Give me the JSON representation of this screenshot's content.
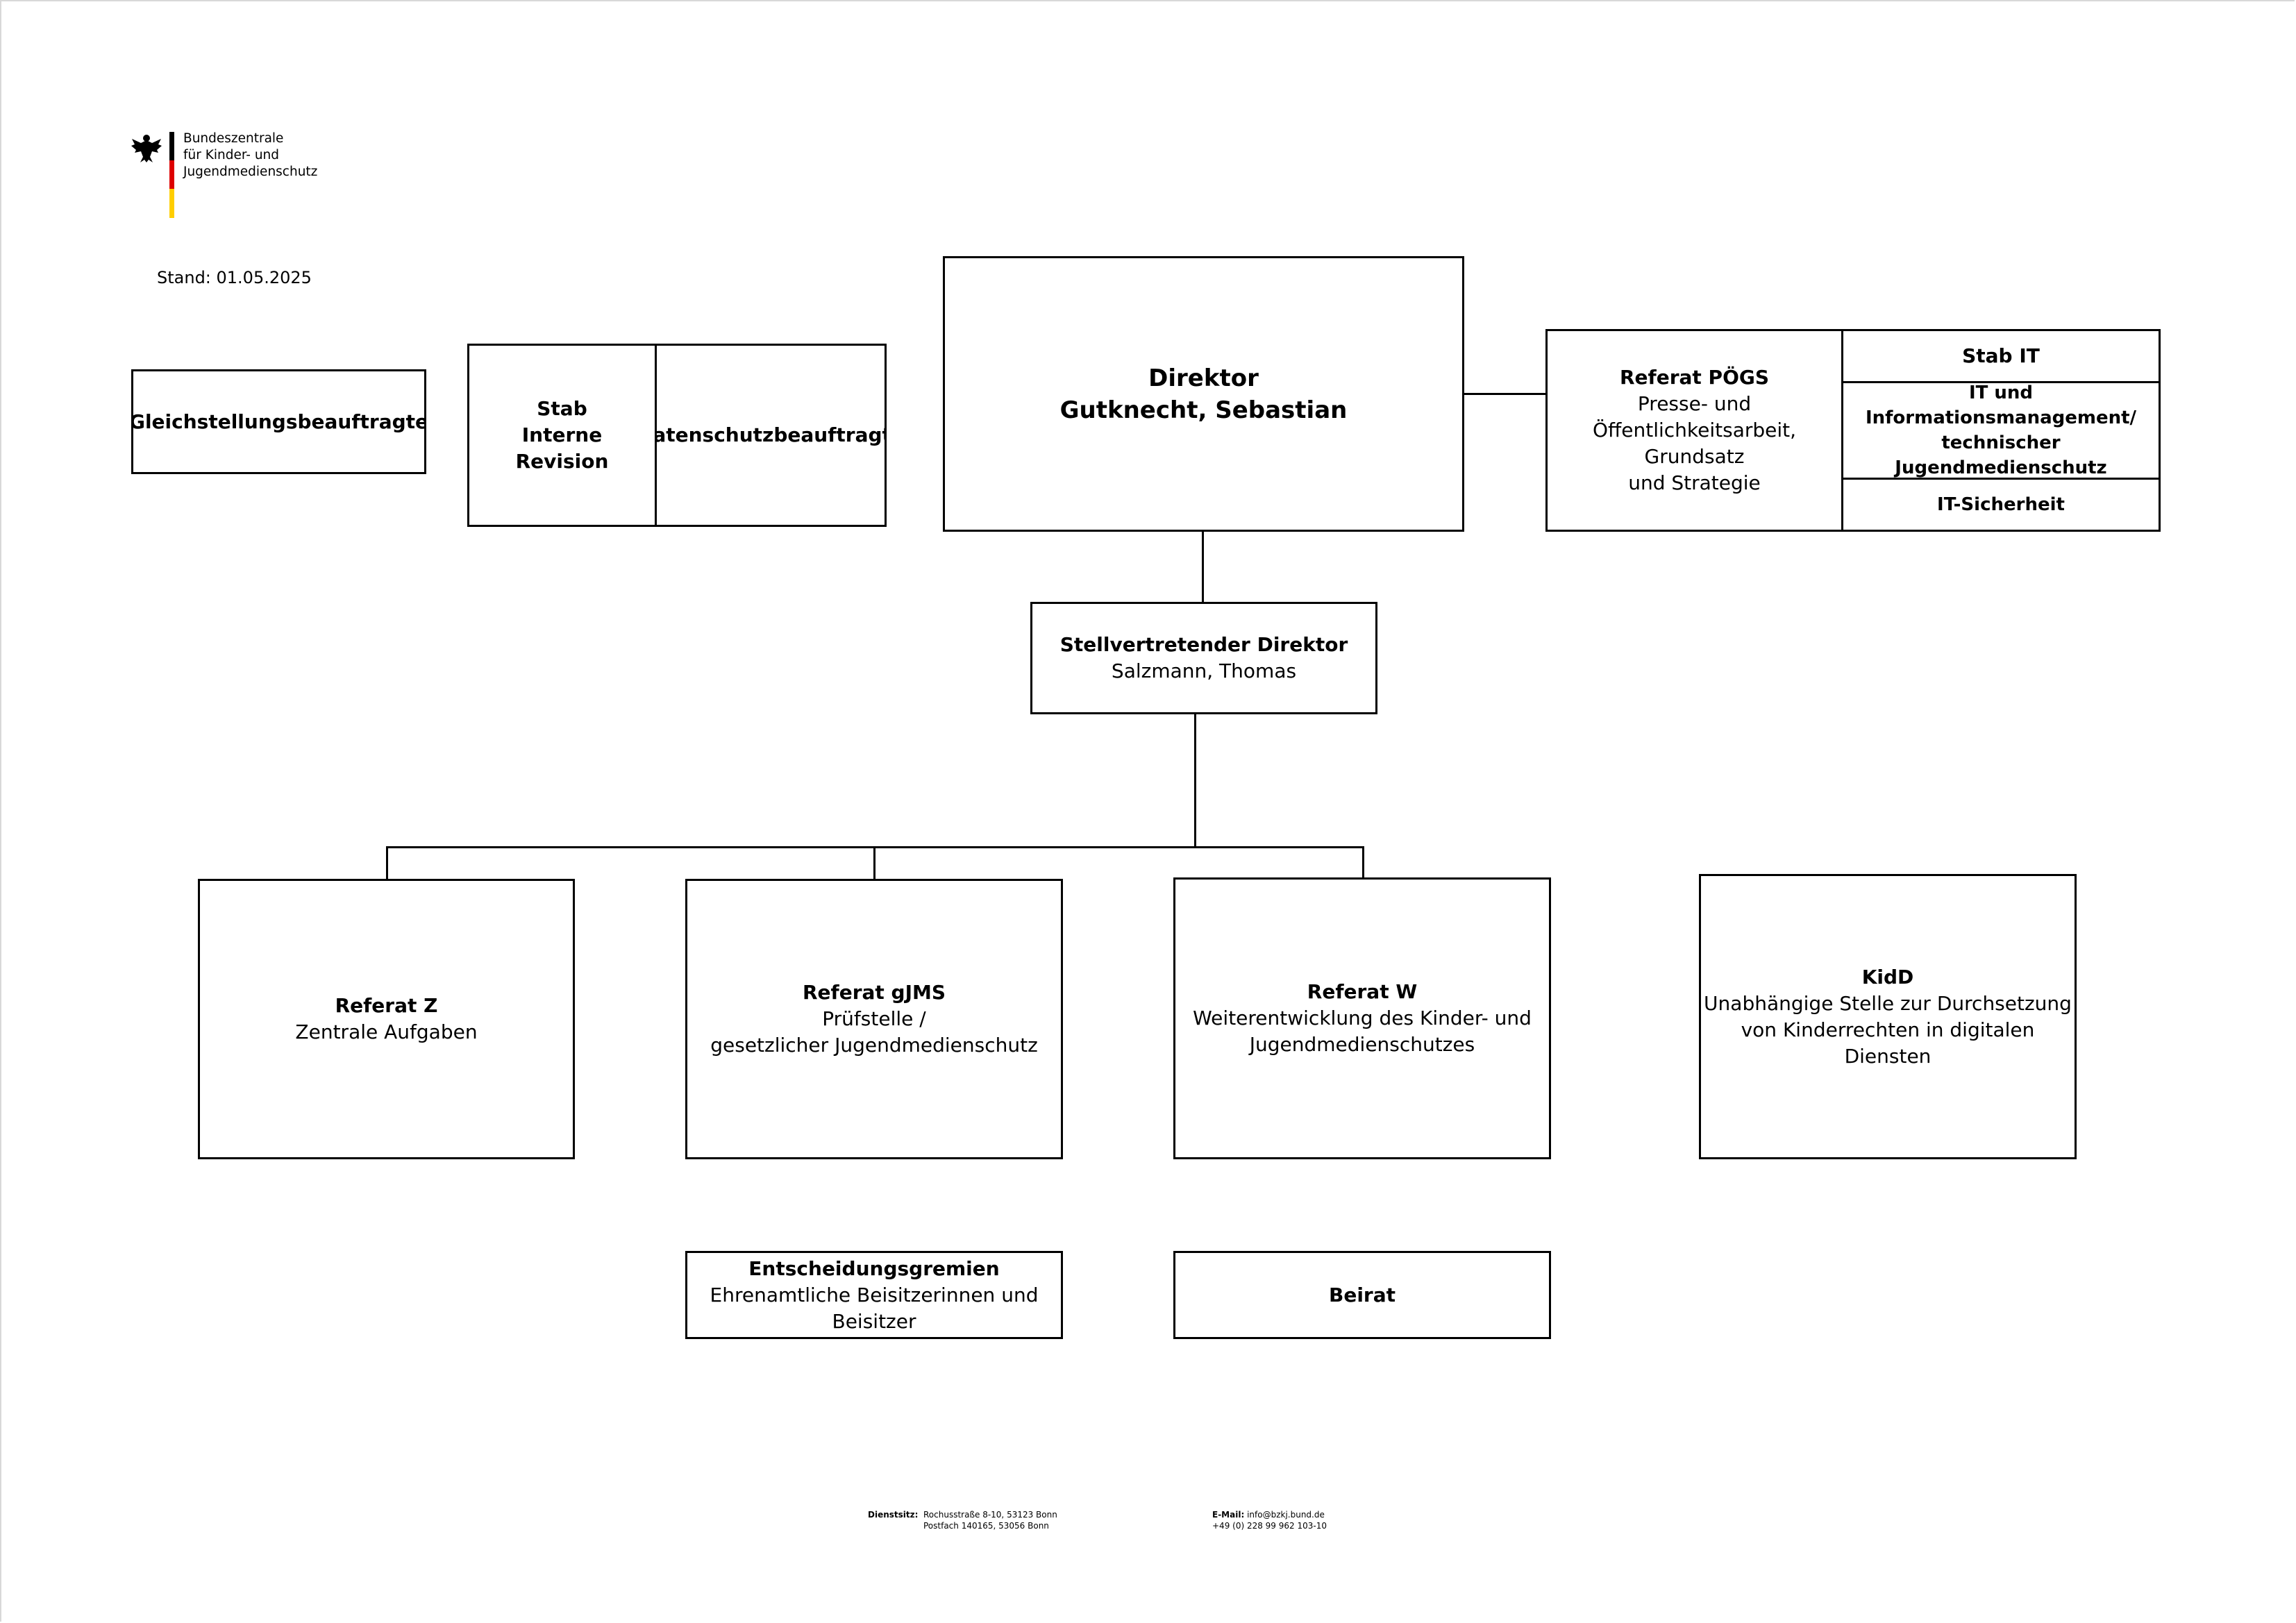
{
  "header": {
    "logo_lines": [
      "Bundeszentrale",
      "für Kinder- und",
      "Jugendmedienschutz"
    ],
    "stand": "Stand: 01.05.2025",
    "colors": {
      "flag_black": "#000000",
      "flag_red": "#dd0000",
      "flag_gold": "#ffce00"
    }
  },
  "boxes": {
    "gleichstellung": {
      "title": "Gleichstellungsbeauftragte"
    },
    "stab_revision": {
      "title": "Stab Interne Revision"
    },
    "datenschutz": {
      "title": "Datenschutzbeauftragte"
    },
    "direktor": {
      "title": "Direktor",
      "name": "Gutknecht, Sebastian"
    },
    "poegs": {
      "title": "Referat PÖGS",
      "line1": "Presse- und",
      "line2": "Öffentlichkeitsarbeit, Grundsatz",
      "line3": "und Strategie"
    },
    "stab_it": {
      "title": "Stab IT"
    },
    "it_info": {
      "line1": "IT und Informationsmanagement/",
      "line2": "technischer Jugendmedienschutz"
    },
    "it_sicherheit": {
      "title": "IT-Sicherheit"
    },
    "stellv": {
      "title": "Stellvertretender Direktor",
      "name": "Salzmann, Thomas"
    },
    "ref_z": {
      "title": "Referat Z",
      "line1": "Zentrale Aufgaben"
    },
    "ref_gjms": {
      "title": "Referat gJMS",
      "line1": "Prüfstelle /",
      "line2": "gesetzlicher Jugendmedienschutz"
    },
    "ref_w": {
      "title": "Referat W",
      "line1": "Weiterentwicklung des Kinder- und",
      "line2": "Jugendmedienschutzes"
    },
    "kidd": {
      "title": "KidD",
      "line1": "Unabhängige Stelle zur Durchsetzung",
      "line2": "von Kinderrechten in digitalen Diensten"
    },
    "entscheidung": {
      "title": "Entscheidungsgremien",
      "line1": "Ehrenamtliche Beisitzerinnen und",
      "line2": "Beisitzer"
    },
    "beirat": {
      "title": "Beirat"
    }
  },
  "footer": {
    "dienstsitz_label": "Dienstsitz:",
    "dienstsitz_line1": "Rochusstraße 8-10, 53123 Bonn",
    "dienstsitz_line2": "Postfach 140165, 53056 Bonn",
    "email_label": "E-Mail:",
    "email_value": "info@bzkj.bund.de",
    "phone": "+49 (0) 228 99 962 103-10"
  }
}
